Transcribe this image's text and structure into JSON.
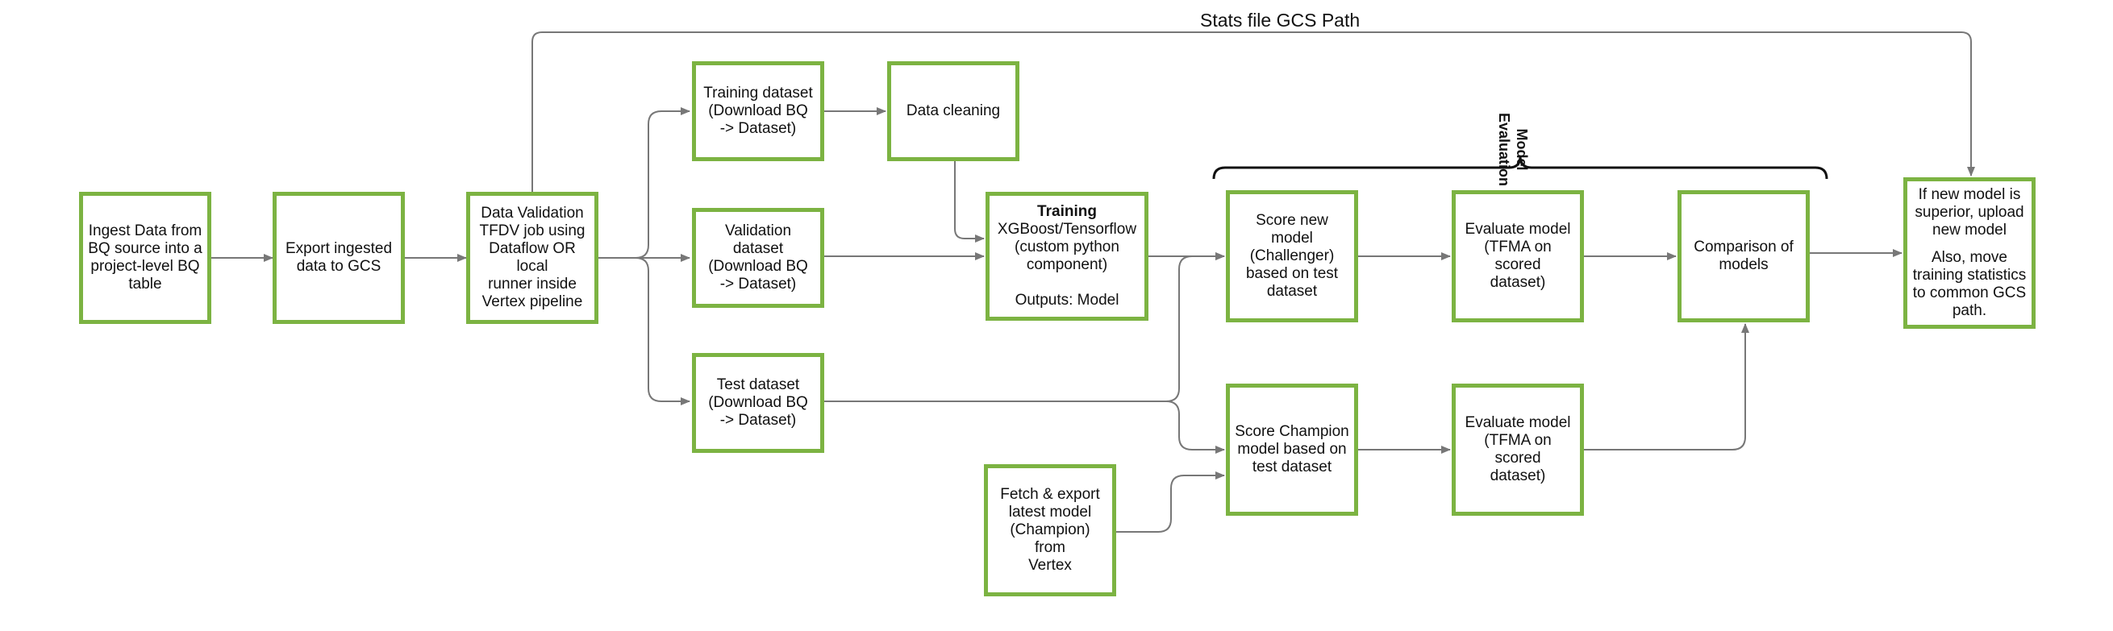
{
  "diagram": {
    "stats_label": "Stats file GCS Path",
    "evaluation_label": "Model\nEvaluation",
    "nodes": {
      "ingest": "Ingest Data from\nBQ source into a\nproject-level BQ\ntable",
      "export": "Export ingested\ndata to GCS",
      "validation": "Data Validation\nTFDV job using\nDataflow OR local\nrunner inside\nVertex pipeline",
      "training_dataset": "Training dataset\n(Download BQ\n-> Dataset)",
      "validation_dataset": "Validation\ndataset\n(Download BQ\n-> Dataset)",
      "test_dataset": "Test dataset\n(Download BQ\n-> Dataset)",
      "data_cleaning": "Data cleaning",
      "training_title": "Training",
      "training_body": "XGBoost/Tensorflow\n(custom python\ncomponent)",
      "training_outputs": "Outputs: Model",
      "score_challenger": "Score new model\n(Challenger)\nbased on test\ndataset",
      "evaluate_challenger": "Evaluate model\n(TFMA on scored\ndataset)",
      "comparison": "Comparison of\nmodels",
      "upload_top": "If new model is\nsuperior, upload\nnew model",
      "upload_bottom": "Also, move\ntraining statistics\nto common GCS\npath.",
      "score_champion": "Score Champion\nmodel based on\ntest dataset",
      "evaluate_champion": "Evaluate model\n(TFMA on scored\ndataset)",
      "fetch_champion": "Fetch & export\nlatest model\n(Champion) from\nVertex"
    },
    "colors": {
      "node_border": "#7cb342",
      "connector": "#777777",
      "text": "#111111"
    }
  }
}
